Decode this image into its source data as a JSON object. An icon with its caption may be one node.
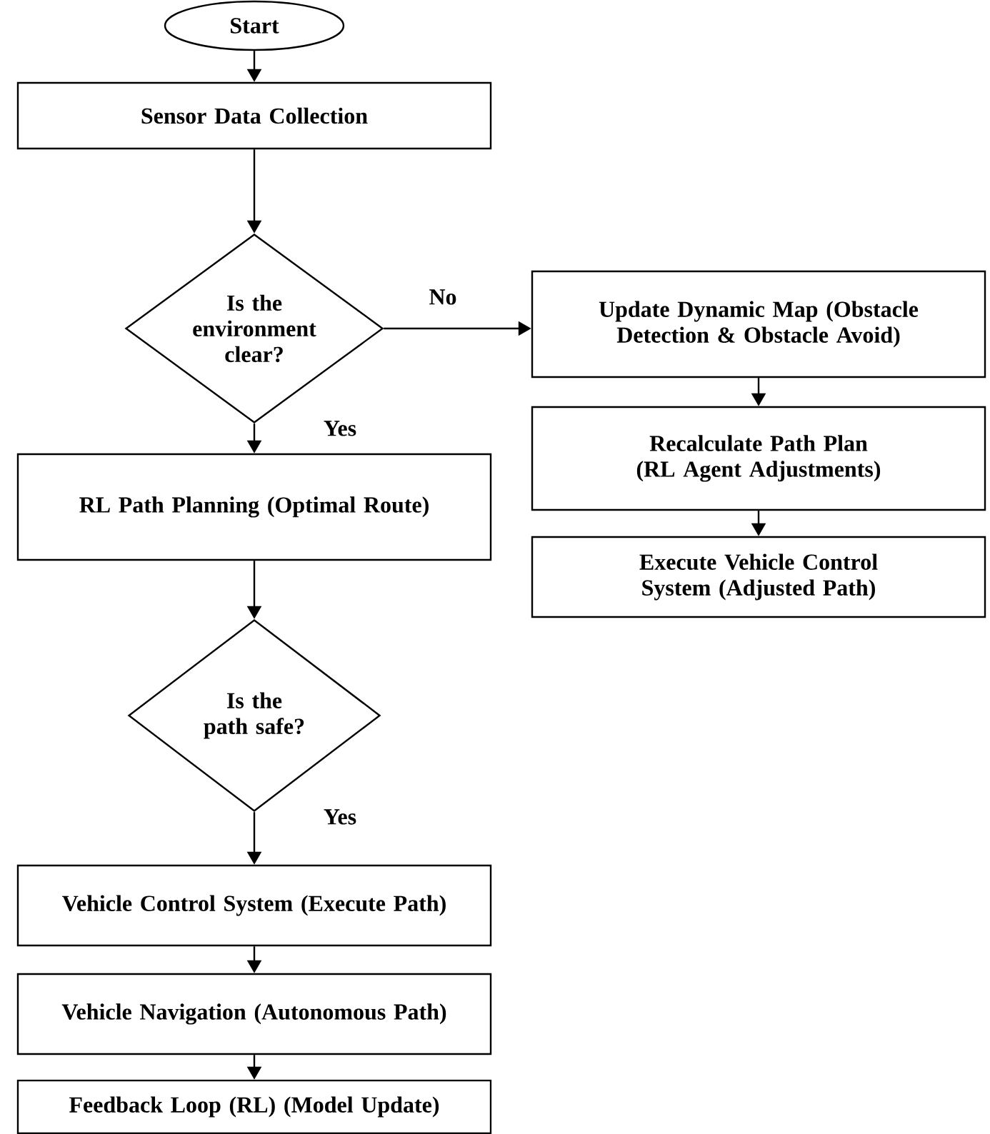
{
  "diagram": {
    "nodes": [
      {
        "text": [
          "Start"
        ]
      },
      {
        "text": [
          "Sensor Data Collection"
        ]
      },
      {
        "text": [
          "Is the environment clear?"
        ]
      },
      {
        "text": [
          "RL Path Planning (Optimal Route)"
        ]
      },
      {
        "text": [
          "Is the path safe?"
        ]
      },
      {
        "text": [
          "Vehicle Control System (Execute Path)"
        ]
      },
      {
        "text": [
          "Vehicle Navigation (Autonomous Path)"
        ]
      },
      {
        "text": [
          "Feedback Loop (RL) (Model Update)"
        ]
      },
      {
        "text": [
          "Update Dynamic Map (Obstacle Detection & Obstacle Avoid)"
        ]
      },
      {
        "text": [
          "Recalculate Path Plan (RL Agent Adjustments)"
        ]
      },
      {
        "text": [
          "Execute Vehicle Control System (Adjusted Path)"
        ]
      }
    ],
    "edges": [
      {
        "from": 0,
        "to": 1,
        "arrow": "to"
      },
      {
        "from": 1,
        "to": 2,
        "arrow": "to"
      },
      {
        "from": 2,
        "to": 8,
        "arrow": "to",
        "label": "No"
      },
      {
        "from": 2,
        "to": 3,
        "arrow": "to",
        "label": "Yes"
      },
      {
        "from": 8,
        "to": 9,
        "arrow": "to"
      },
      {
        "from": 9,
        "to": 10,
        "arrow": "to"
      },
      {
        "from": 3,
        "to": 4,
        "arrow": "to"
      },
      {
        "from": 4,
        "to": 5,
        "arrow": "to",
        "label": "Yes"
      },
      {
        "from": 5,
        "to": 6,
        "arrow": "to"
      },
      {
        "from": 6,
        "to": 7,
        "arrow": "to"
      }
    ]
  }
}
